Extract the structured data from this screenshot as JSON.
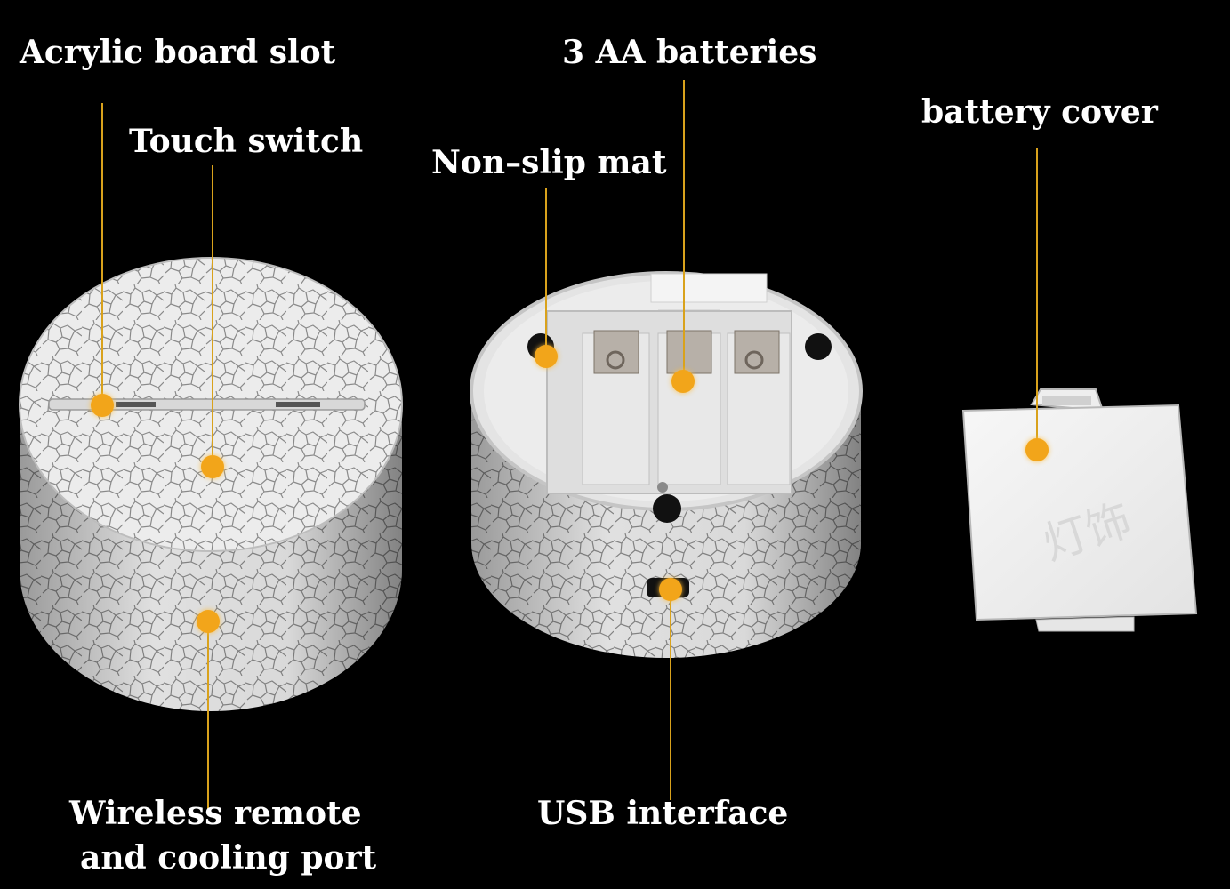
{
  "labels": {
    "acrylic_board_slot": "Acrylic board slot",
    "touch_switch": "Touch switch",
    "non_slip_mat": "Non–slip mat",
    "three_aa_batteries": "3 AA batteries",
    "battery_cover": "battery cover",
    "wireless_remote_line1": "Wireless remote",
    "wireless_remote_line2": "and cooling port",
    "usb_interface": "USB interface"
  },
  "watermark": "灯饰",
  "colors": {
    "background": "#000000",
    "label_text": "#ffffff",
    "callout_dot": "#f2a51a",
    "leader_line": "#d9a21c",
    "base_body": "#e9e9e9",
    "crack_lines": "#8a8a8a"
  },
  "icons": {
    "callout_marker": "orange-dot-icon"
  }
}
